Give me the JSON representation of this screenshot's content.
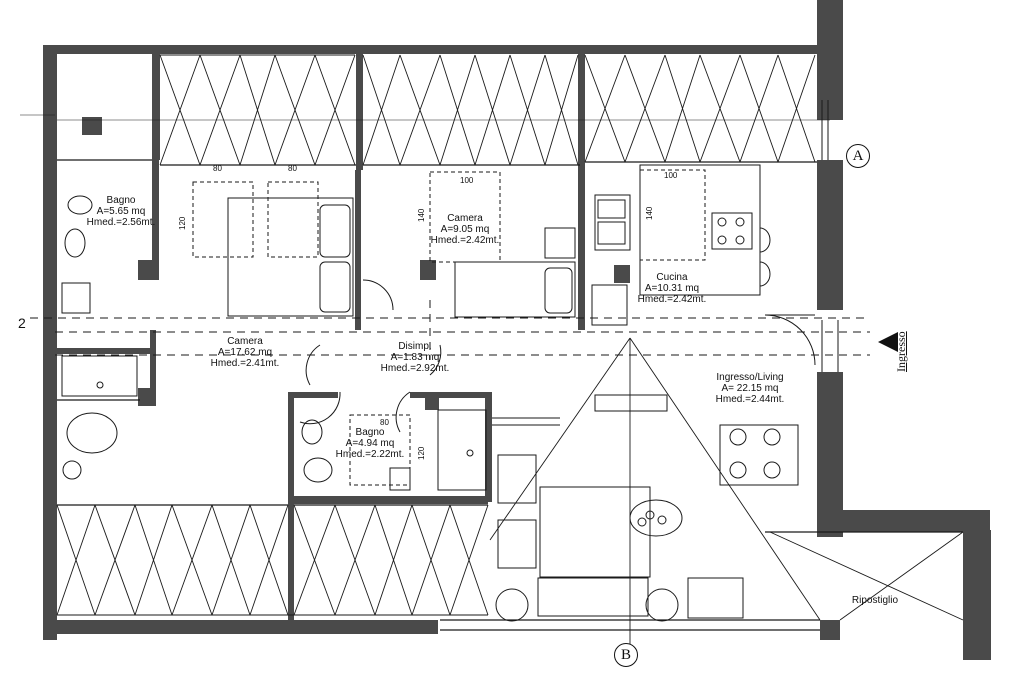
{
  "rooms": {
    "bagno1": {
      "name": "Bagno",
      "area": "A=5.65 mq",
      "height": "Hmed.=2.56mt."
    },
    "camera1": {
      "name": "Camera",
      "area": "A=17.62 mq",
      "height": "Hmed.=2.41mt."
    },
    "camera2": {
      "name": "Camera",
      "area": "A=9.05 mq",
      "height": "Hmed.=2.42mt."
    },
    "disimpegno": {
      "name": "Disimp.",
      "area": "A=1.83 mq",
      "height": "Hmed.=2.92mt."
    },
    "bagno2": {
      "name": "Bagno",
      "area": "A=4.94 mq",
      "height": "Hmed.=2.22mt."
    },
    "cucina": {
      "name": "Cucina",
      "area": "A=10.31 mq",
      "height": "Hmed.=2.42mt."
    },
    "living": {
      "name": "Ingresso/Living",
      "area": "A= 22.15 mq",
      "height": "Hmed.=2.44mt."
    },
    "ripostiglio": {
      "name": "Ripostiglio"
    }
  },
  "dimensions": {
    "bed1_w1": "80",
    "bed1_w2": "80",
    "bed1_h": "120",
    "bed2_w": "100",
    "bed2_h": "140",
    "kitchen_w": "100",
    "kitchen_h": "140",
    "bath2_w": "80",
    "bath2_h": "120"
  },
  "markers": {
    "axis_a": "A",
    "axis_b": "B",
    "entrance": "Ingresso",
    "left_mark": "2"
  },
  "colors": {
    "wall": "#4a4a4a",
    "line": "#1a1a1a"
  }
}
